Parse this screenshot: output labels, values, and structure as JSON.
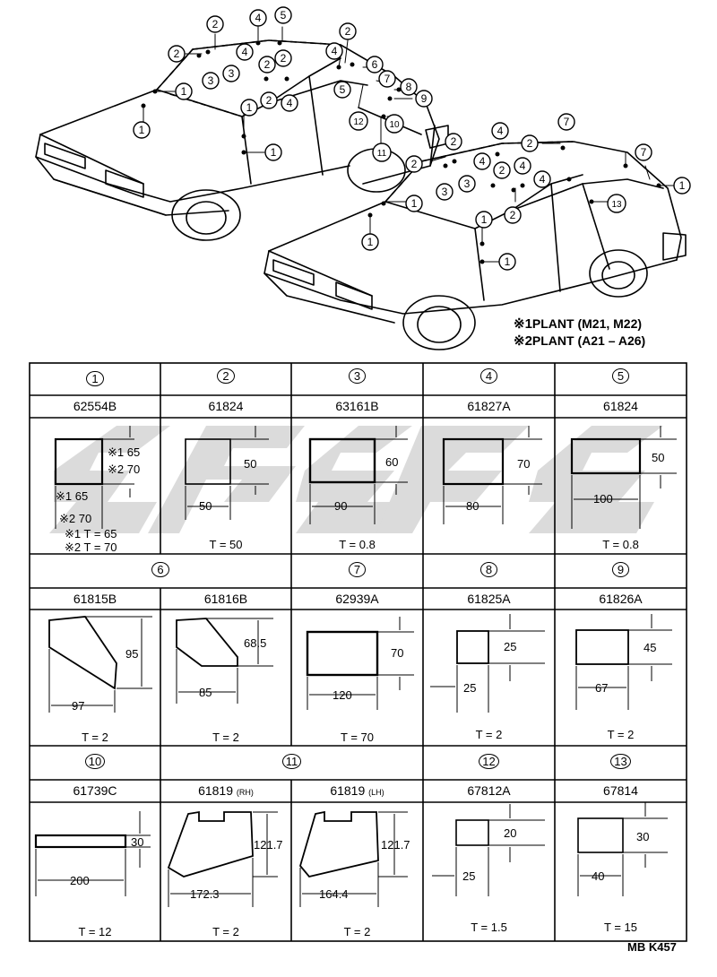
{
  "legend": {
    "line1_mark": "※1",
    "line1_text": "PLANT (M21, M22)",
    "line2_mark": "※2",
    "line2_text": "PLANT (A21 – A26)"
  },
  "footer_code": "MB K457",
  "callouts": {
    "car1": [
      {
        "n": "1"
      },
      {
        "n": "1"
      },
      {
        "n": "1"
      },
      {
        "n": "1"
      },
      {
        "n": "2"
      },
      {
        "n": "2"
      },
      {
        "n": "2"
      },
      {
        "n": "2"
      },
      {
        "n": "2"
      },
      {
        "n": "2"
      },
      {
        "n": "3"
      },
      {
        "n": "3"
      },
      {
        "n": "4"
      },
      {
        "n": "4"
      },
      {
        "n": "4"
      },
      {
        "n": "4"
      },
      {
        "n": "5"
      },
      {
        "n": "5"
      },
      {
        "n": "6"
      },
      {
        "n": "7"
      },
      {
        "n": "8"
      },
      {
        "n": "9"
      },
      {
        "n": "10"
      },
      {
        "n": "11"
      },
      {
        "n": "12"
      }
    ],
    "car2": [
      {
        "n": "1"
      },
      {
        "n": "1"
      },
      {
        "n": "1"
      },
      {
        "n": "1"
      },
      {
        "n": "1"
      },
      {
        "n": "2"
      },
      {
        "n": "2"
      },
      {
        "n": "2"
      },
      {
        "n": "2"
      },
      {
        "n": "2"
      },
      {
        "n": "3"
      },
      {
        "n": "3"
      },
      {
        "n": "4"
      },
      {
        "n": "4"
      },
      {
        "n": "4"
      },
      {
        "n": "4"
      },
      {
        "n": "7"
      },
      {
        "n": "7"
      },
      {
        "n": "13"
      }
    ]
  },
  "parts": [
    {
      "num": "1",
      "part": "62554B",
      "dims": {
        "h1": "※1 65",
        "h2": "※2 70",
        "w1": "※1 65",
        "w2": "※2 70"
      },
      "thick1": "※1 T = 65",
      "thick2": "※2 T = 70"
    },
    {
      "num": "2",
      "part": "61824",
      "dims": {
        "h": "50",
        "w": "50"
      },
      "thick": "T = 50"
    },
    {
      "num": "3",
      "part": "63161B",
      "dims": {
        "h": "60",
        "w": "90"
      },
      "thick": "T = 0.8"
    },
    {
      "num": "4",
      "part": "61827A",
      "dims": {
        "h": "70",
        "w": "80"
      },
      "thick": ""
    },
    {
      "num": "5",
      "part": "61824",
      "dims": {
        "h": "50",
        "w": "100"
      },
      "thick": "T = 0.8"
    },
    {
      "num": "6",
      "part": "61815B",
      "dims": {
        "h": "95",
        "w": "97"
      },
      "thick": "T = 2"
    },
    {
      "num": "6",
      "part": "61816B",
      "dims": {
        "h": "68.5",
        "w": "85"
      },
      "thick": "T = 2"
    },
    {
      "num": "7",
      "part": "62939A",
      "dims": {
        "h": "70",
        "w": "120"
      },
      "thick": "T = 70"
    },
    {
      "num": "8",
      "part": "61825A",
      "dims": {
        "h": "25",
        "w": "25"
      },
      "thick": "T = 2"
    },
    {
      "num": "9",
      "part": "61826A",
      "dims": {
        "h": "45",
        "w": "67"
      },
      "thick": "T = 2"
    },
    {
      "num": "10",
      "part": "61739C",
      "dims": {
        "h": "30",
        "w": "200"
      },
      "thick": "T = 12"
    },
    {
      "num": "11",
      "part": "61819",
      "side": "(RH)",
      "dims": {
        "h": "121.7",
        "w": "172.3"
      },
      "thick": "T = 2"
    },
    {
      "num": "11",
      "part": "61819",
      "side": "(LH)",
      "dims": {
        "h": "121.7",
        "w": "164.4"
      },
      "thick": "T = 2"
    },
    {
      "num": "12",
      "part": "67812A",
      "dims": {
        "h": "20",
        "w": "25"
      },
      "thick": "T = 1.5"
    },
    {
      "num": "13",
      "part": "67814",
      "dims": {
        "h": "30",
        "w": "40"
      },
      "thick": "T = 15"
    }
  ],
  "section_numbers": {
    "row1": [
      "1",
      "2",
      "3",
      "4",
      "5"
    ],
    "row2": [
      "6",
      "7",
      "8",
      "9"
    ],
    "row3": [
      "10",
      "11",
      "12",
      "13"
    ]
  }
}
